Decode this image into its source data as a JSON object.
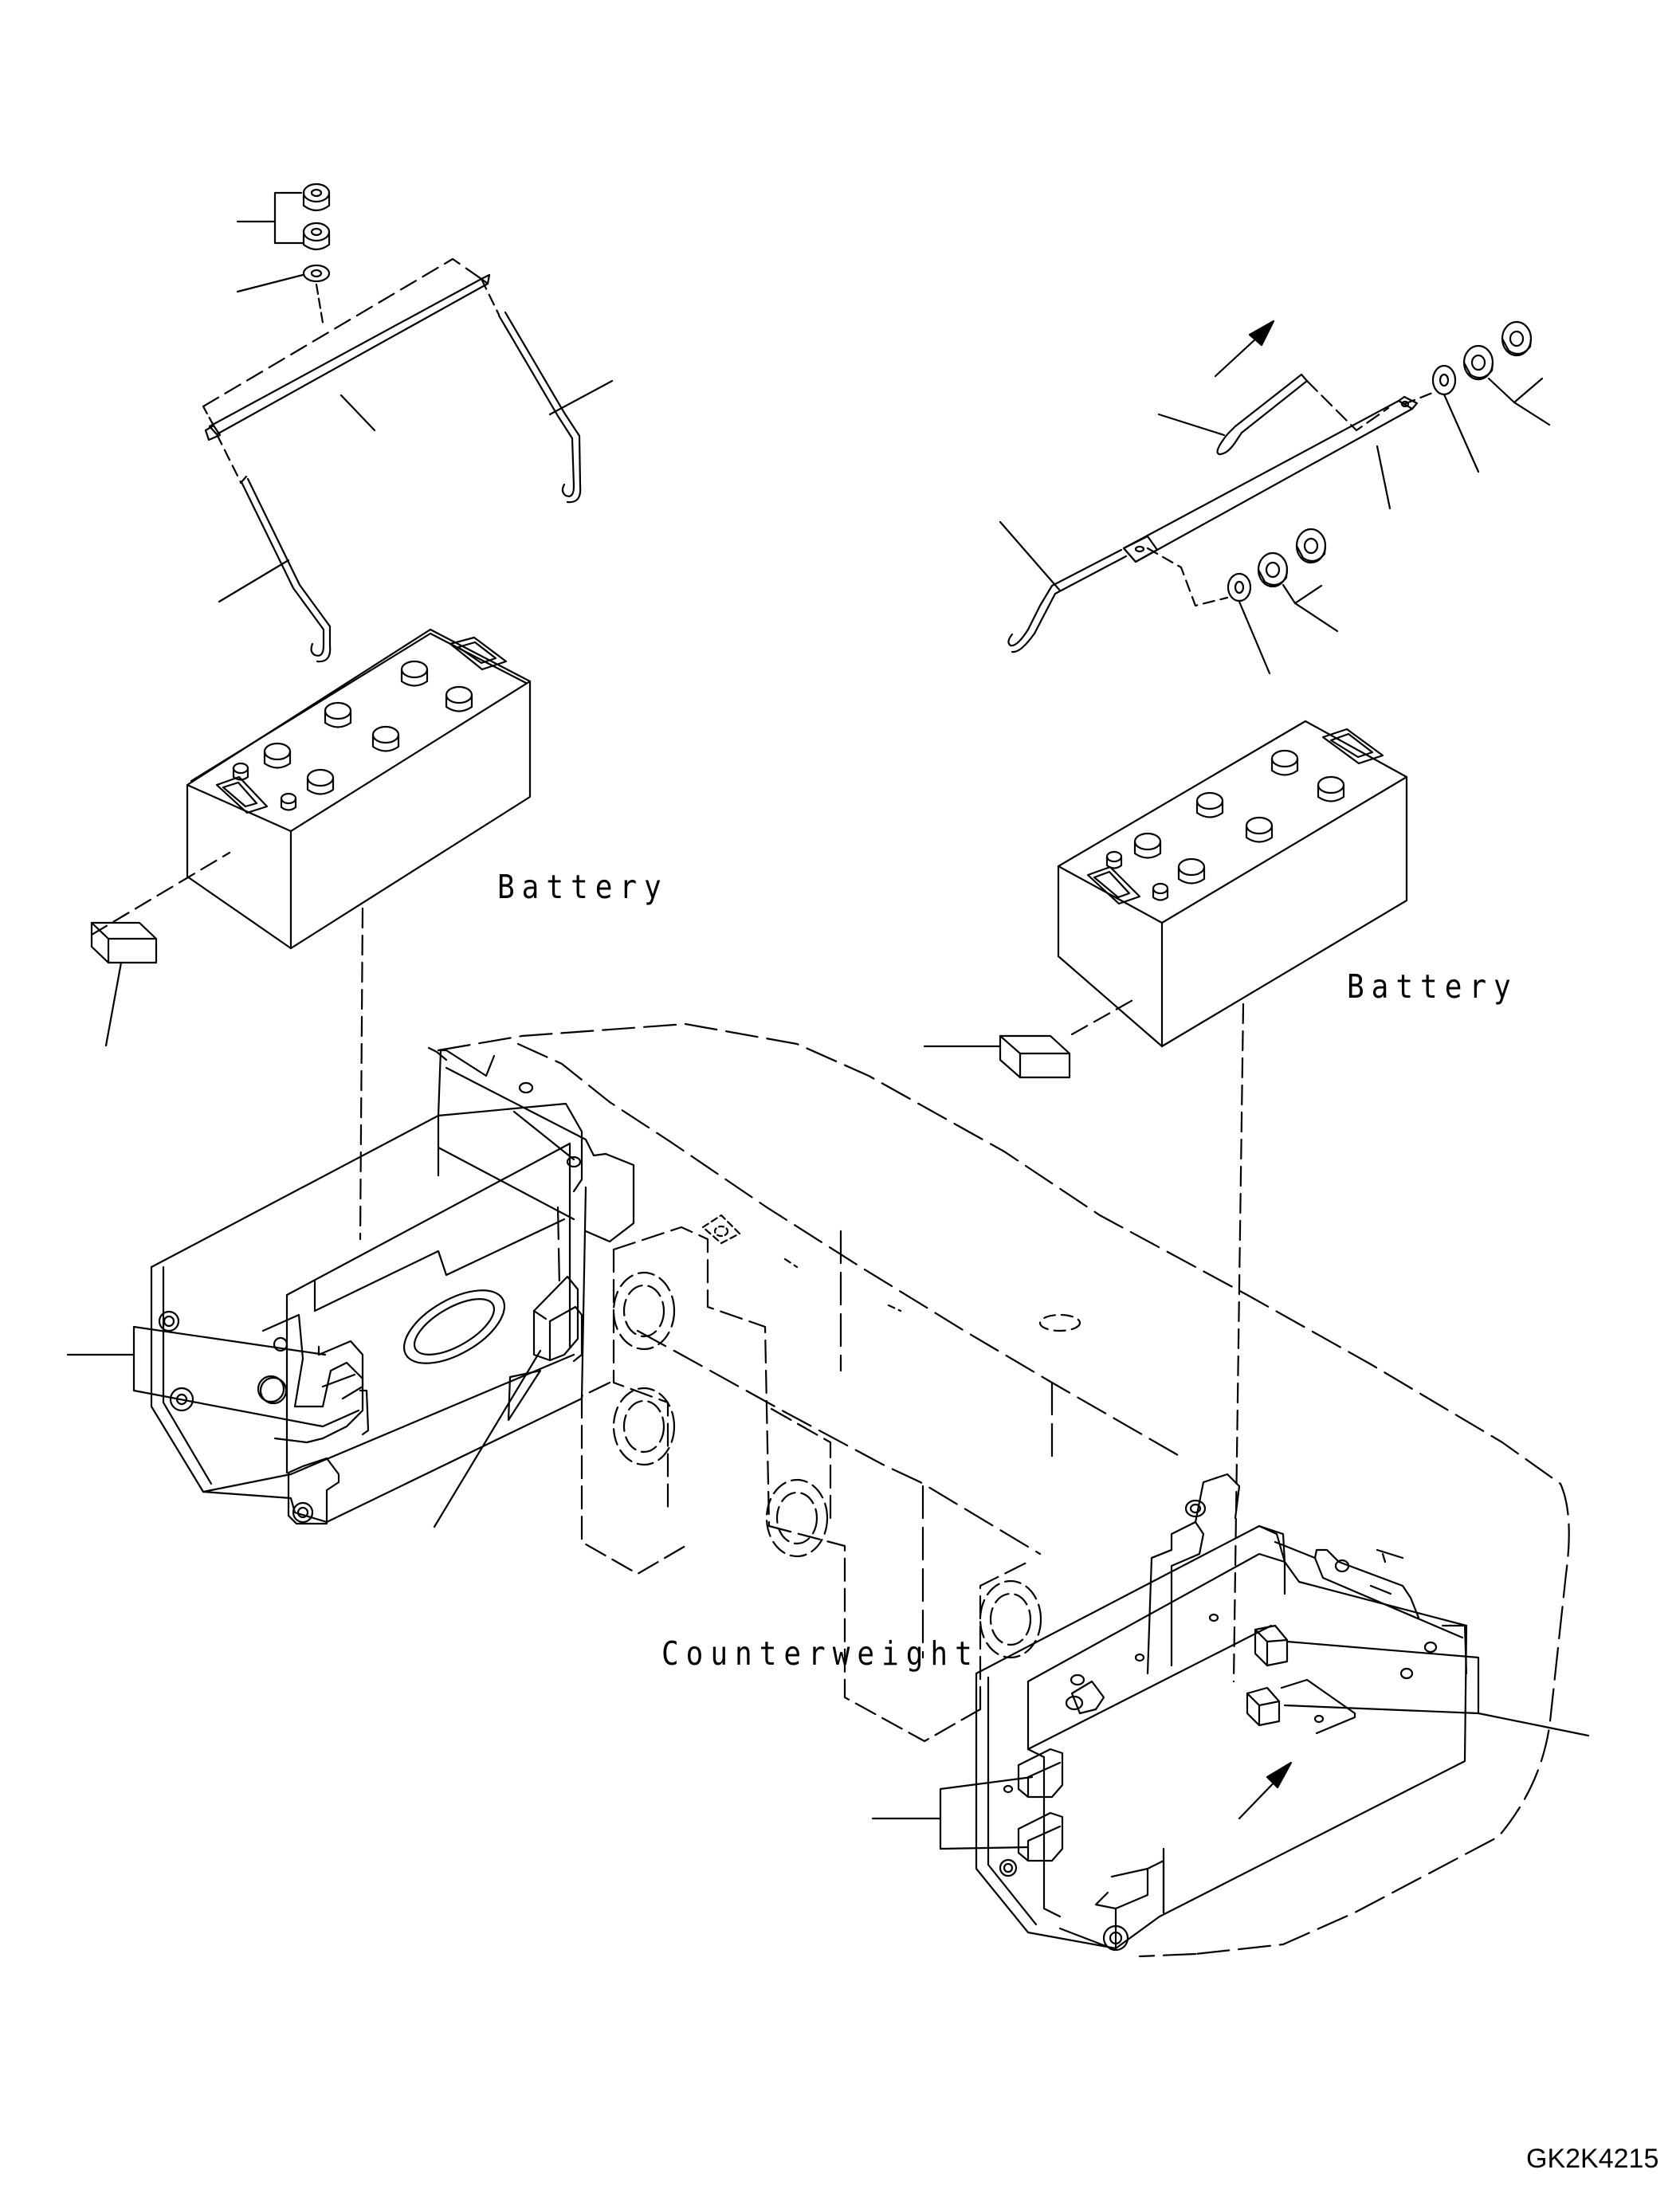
{
  "labels": {
    "battery_left": "Battery",
    "battery_right": "Battery",
    "counterweight": "Counterweight"
  },
  "drawing_code": "GK2K4215",
  "colors": {
    "line": "#000000",
    "background": "#ffffff"
  }
}
